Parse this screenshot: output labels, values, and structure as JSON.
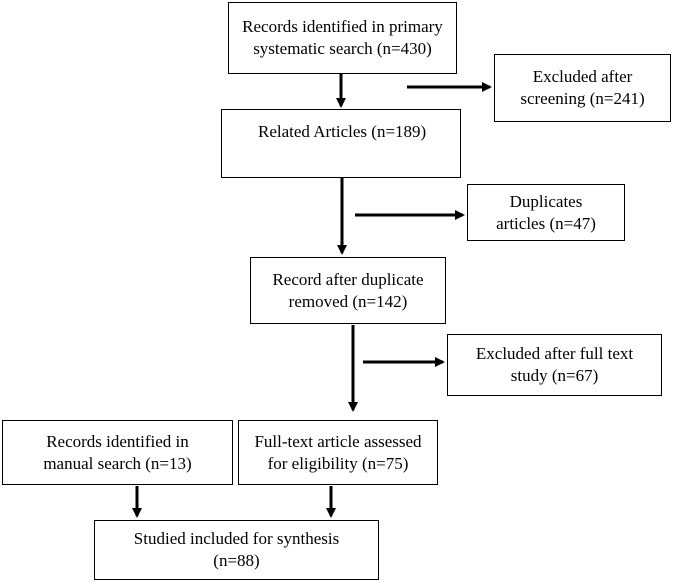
{
  "boxes": {
    "primary_search": {
      "line1": "Records identified in primary",
      "line2": "systematic search (n=430)"
    },
    "excluded_screening": {
      "line1": "Excluded after",
      "line2": "screening (n=241)"
    },
    "related_articles": {
      "line1": "Related Articles (n=189)"
    },
    "duplicates": {
      "line1": "Duplicates",
      "line2": "articles (n=47)"
    },
    "after_duplicate": {
      "line1": "Record after duplicate",
      "line2": "removed (n=142)"
    },
    "excluded_fulltext": {
      "line1": "Excluded after full text",
      "line2": "study (n=67)"
    },
    "manual_search": {
      "line1": "Records identified in",
      "line2": "manual search (n=13)"
    },
    "fulltext_assessed": {
      "line1": "Full-text article assessed",
      "line2": "for eligibility (n=75)"
    },
    "synthesis": {
      "line1": "Studied included for synthesis",
      "line2": "(n=88)"
    }
  }
}
